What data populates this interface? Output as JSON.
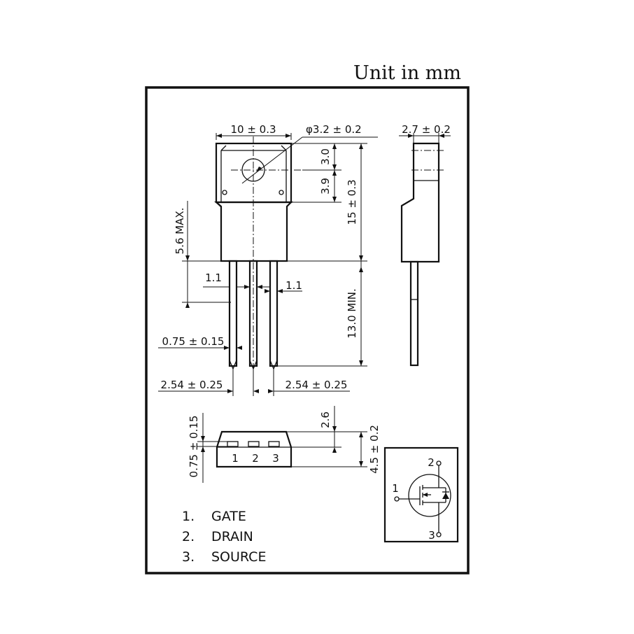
{
  "title": "Unit in mm",
  "front_view": {
    "width_dim": "10 ± 0.3",
    "hole_dim": "φ3.2 ± 0.2",
    "hole_offset_dim": "3.0",
    "hole_height_dim": "3.9",
    "body_height_dim": "15 ± 0.3",
    "max_dim": "5.6 MAX.",
    "lead_spacing_left": "1.1",
    "lead_spacing_right": "1.1",
    "lead_length_dim": "13.0 MIN.",
    "lead_width_dim": "0.75 ± 0.15",
    "pitch_left_dim": "2.54 ± 0.25",
    "pitch_right_dim": "2.54 ± 0.25"
  },
  "side_view": {
    "thickness_dim": "2.7 ± 0.2"
  },
  "bottom_view": {
    "lead_thickness_dim": "0.75 ± 0.15",
    "height_dim": "2.6",
    "total_height_dim": "4.5 ± 0.2",
    "pins": [
      "1",
      "2",
      "3"
    ]
  },
  "schematic": {
    "pin_gate": "1",
    "pin_drain": "2",
    "pin_source": "3"
  },
  "legend": [
    {
      "num": "1.",
      "name": "GATE"
    },
    {
      "num": "2.",
      "name": "DRAIN"
    },
    {
      "num": "3.",
      "name": "SOURCE"
    }
  ]
}
